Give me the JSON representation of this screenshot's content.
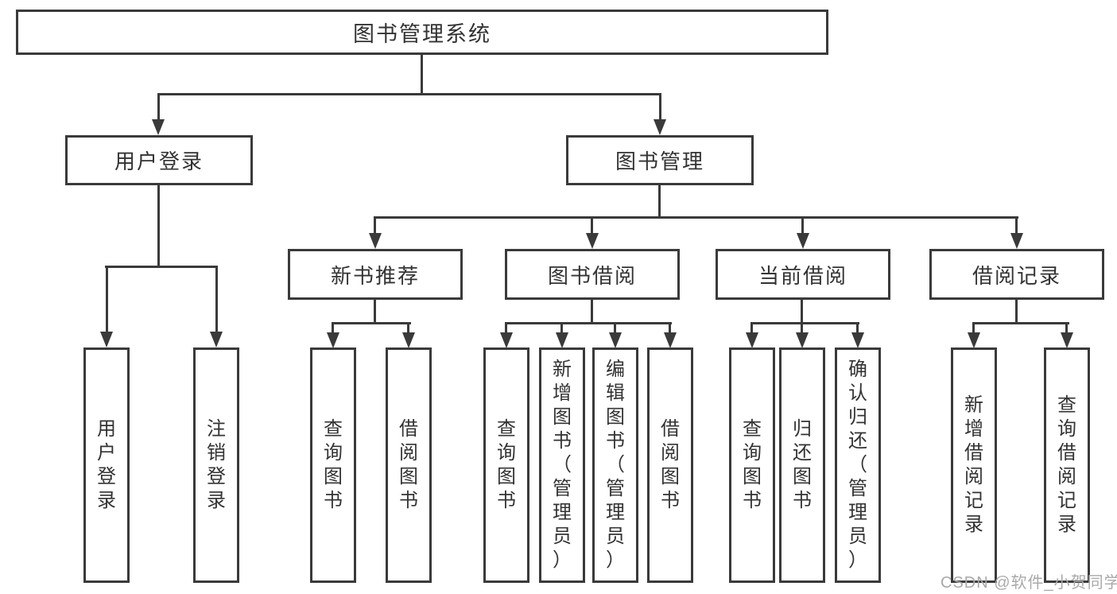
{
  "diagram": {
    "root": {
      "label": "图书管理系统"
    },
    "level2": [
      {
        "id": "user-login",
        "label": "用户登录"
      },
      {
        "id": "book-management",
        "label": "图书管理"
      }
    ],
    "level3": [
      {
        "id": "new-book-recommend",
        "label": "新书推荐"
      },
      {
        "id": "book-borrowing",
        "label": "图书借阅"
      },
      {
        "id": "current-borrowing",
        "label": "当前借阅"
      },
      {
        "id": "borrowing-records",
        "label": "借阅记录"
      }
    ],
    "leaves": [
      {
        "id": "user-login-leaf",
        "label": "用户登录"
      },
      {
        "id": "logout",
        "label": "注销登录"
      },
      {
        "id": "query-books-recommend",
        "label": "查询图书"
      },
      {
        "id": "borrow-books-recommend",
        "label": "借阅图书"
      },
      {
        "id": "query-books-borrowing",
        "label": "查询图书"
      },
      {
        "id": "add-books-admin",
        "label": "新增图书（管理员）"
      },
      {
        "id": "edit-books-admin",
        "label": "编辑图书（管理员）"
      },
      {
        "id": "borrow-books-borrowing",
        "label": "借阅图书"
      },
      {
        "id": "query-books-current",
        "label": "查询图书"
      },
      {
        "id": "return-books",
        "label": "归还图书"
      },
      {
        "id": "confirm-return-admin",
        "label": "确认归还（管理员）"
      },
      {
        "id": "add-borrowing-record",
        "label": "新增借阅记录"
      },
      {
        "id": "query-borrowing-record",
        "label": "查询借阅记录"
      }
    ]
  },
  "watermark": {
    "text": "CSDN @软件_小贺同学"
  },
  "colors": {
    "line": "#3a3a3a",
    "text": "#333333",
    "watermark": "#a9a9a9",
    "background": "#ffffff"
  }
}
